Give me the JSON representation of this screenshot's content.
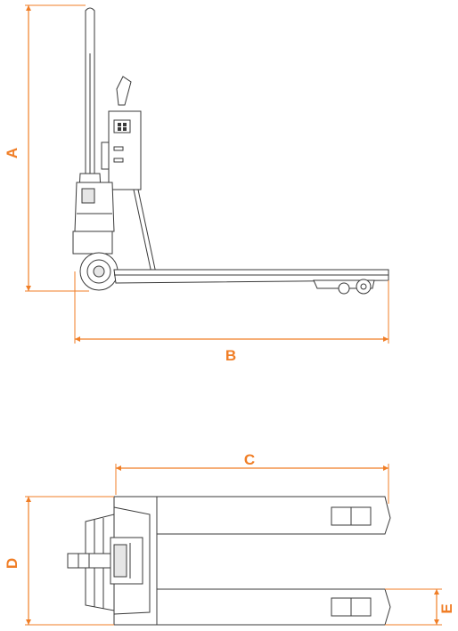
{
  "colors": {
    "dimension": "#f07e26",
    "outline": "#3a3a3a"
  },
  "dimensions": {
    "a": "A",
    "b": "B",
    "c": "C",
    "d": "D",
    "e": "E"
  }
}
